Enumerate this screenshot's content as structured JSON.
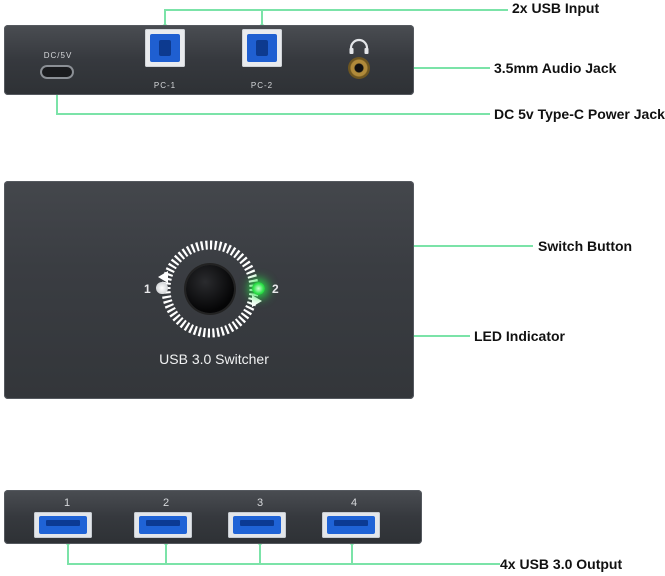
{
  "labels": {
    "usb_input": "2x USB Input",
    "audio_jack": "3.5mm Audio Jack",
    "power_jack": "DC 5v Type-C Power Jack",
    "switch_button": "Switch Button",
    "led_indicator": "LED Indicator",
    "usb_output": "4x USB 3.0 Output"
  },
  "top_panel": {
    "dc_label": "DC/5V",
    "pc1_label": "PC-1",
    "pc2_label": "PC-2"
  },
  "middle_panel": {
    "title": "USB 3.0 Switcher",
    "indicator_1": "1",
    "indicator_2": "2"
  },
  "bottom_panel": {
    "ports": [
      "1",
      "2",
      "3",
      "4"
    ]
  },
  "colors": {
    "callout_line": "#7be3a8",
    "device_body": "#3a3d42",
    "led_on": "#2ee24a",
    "usb_blue": "#1f63d6"
  }
}
